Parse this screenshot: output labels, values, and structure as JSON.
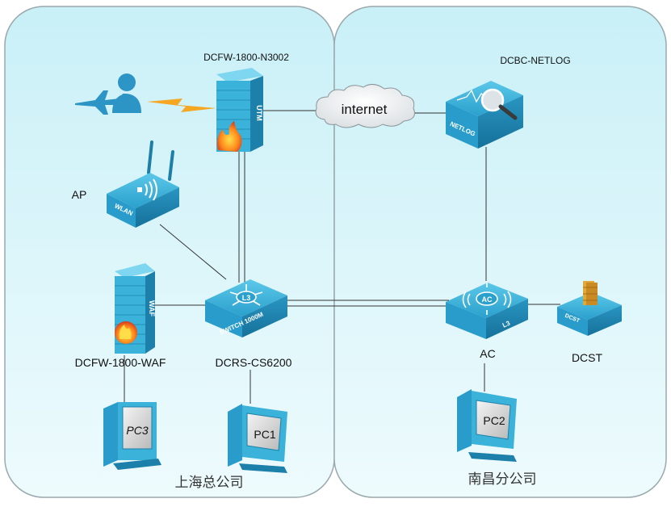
{
  "zones": {
    "left": "上海总公司",
    "right": "南昌分公司"
  },
  "devices": {
    "firewall_utm": {
      "label": "DCFW-1800-N3002",
      "badge": "UTM"
    },
    "internet": {
      "label": "internet"
    },
    "netlog": {
      "label": "DCBC-NETLOG",
      "badge": "NETLOG"
    },
    "ap": {
      "label": "AP",
      "badge": "WLAN"
    },
    "waf": {
      "label": "DCFW-1800-WAF",
      "badge": "WAF"
    },
    "switch": {
      "label": "DCRS-CS6200",
      "badge_top": "L3",
      "badge_bottom": "SWITCH  1000M"
    },
    "ac": {
      "label": "AC",
      "badge_top": "AC",
      "badge_bottom": "L3"
    },
    "dcst": {
      "label": "DCST",
      "badge": "DCST"
    },
    "pc1": {
      "label": "PC1"
    },
    "pc2": {
      "label": "PC2"
    },
    "pc3": {
      "label": "PC3"
    }
  },
  "colors": {
    "zone_fill": "#d7f4f8",
    "zone_stroke": "#9aa9ad",
    "device_blue": "#2fa6cf",
    "device_dark": "#1a7fa6",
    "link": "#333333",
    "wireless": "#f5a623"
  },
  "icons": {
    "user": "person-icon",
    "plane": "airplane-icon",
    "wireless": "lightning-bolt-icon",
    "fire": "flame-icon"
  }
}
